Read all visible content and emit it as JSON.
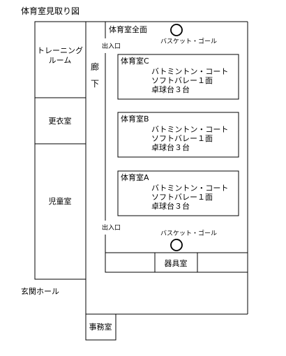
{
  "title": "体育室見取り図",
  "rooms": {
    "training": {
      "line1": "トレーニング",
      "line2": "ルーム"
    },
    "locker": "更衣室",
    "children": "児童室",
    "equipment": "器具室",
    "office": "事務室"
  },
  "corridor": {
    "char1": "廊",
    "char2": "下"
  },
  "entrance_hall": "玄関ホール",
  "gym": {
    "label": "体育室全面",
    "entrance_top": "出入口",
    "entrance_bottom": "出入口",
    "basket_top": "バスケット・ゴール",
    "basket_bottom": "バスケット・ゴール",
    "sections": [
      {
        "name": "体育室C",
        "line1": "バトミントン・コート",
        "line2": "ソフトバレー１面",
        "line3": "卓球台３台"
      },
      {
        "name": "体育室B",
        "line1": "バトミントン・コート",
        "line2": "ソフトバレー１面",
        "line3": "卓球台３台"
      },
      {
        "name": "体育室A",
        "line1": "バトミントン・コート",
        "line2": "ソフトバレー１面",
        "line3": "卓球台３台"
      }
    ]
  }
}
